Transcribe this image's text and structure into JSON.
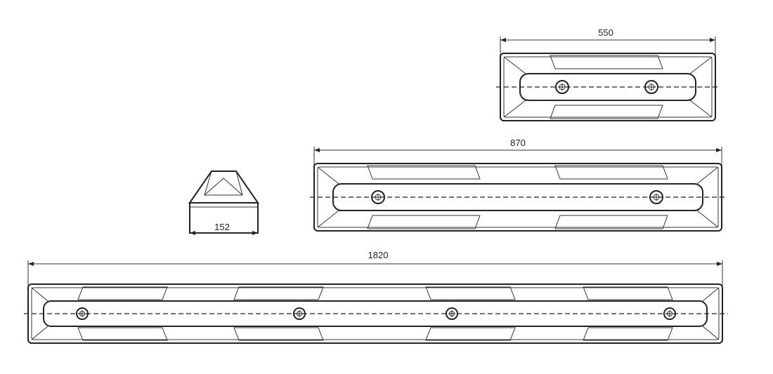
{
  "dimensions": {
    "top_stopper": "550",
    "middle_stopper": "870",
    "profile_width": "152",
    "long_stopper": "1820"
  },
  "colors": {
    "line": "#222222",
    "background": "#ffffff"
  }
}
